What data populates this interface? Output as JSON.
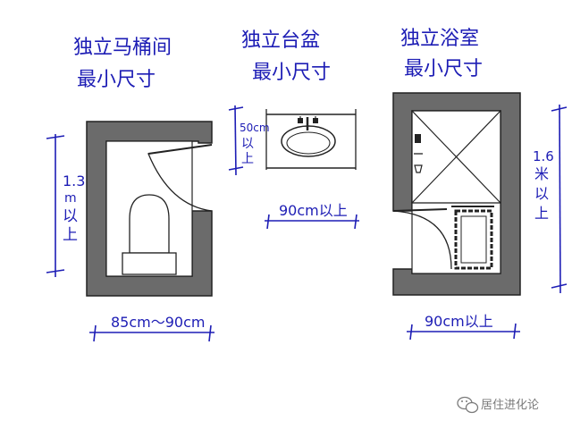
{
  "panels": {
    "toilet": {
      "title_line1": "独立马桶间",
      "title_line2": "最小尺寸",
      "height_label": [
        "1.3",
        "m",
        "以",
        "上"
      ],
      "width_label": "85cm～90cm"
    },
    "basin": {
      "title_line1": "独立台盆",
      "title_line2": "最小尺寸",
      "depth_label": [
        "50cm",
        "以",
        "上"
      ],
      "width_label": "90cm以上"
    },
    "shower": {
      "title_line1": "独立浴室",
      "title_line2": "最小尺寸",
      "height_label": [
        "1.6",
        "米",
        "以",
        "上"
      ],
      "width_label": "90cm以上"
    }
  },
  "watermark": {
    "text": "居住进化论",
    "icon": "wechat-logo-icon"
  },
  "colors": {
    "ink": "#1d1db5",
    "wall": "#6b6b6b",
    "line": "#222222"
  }
}
